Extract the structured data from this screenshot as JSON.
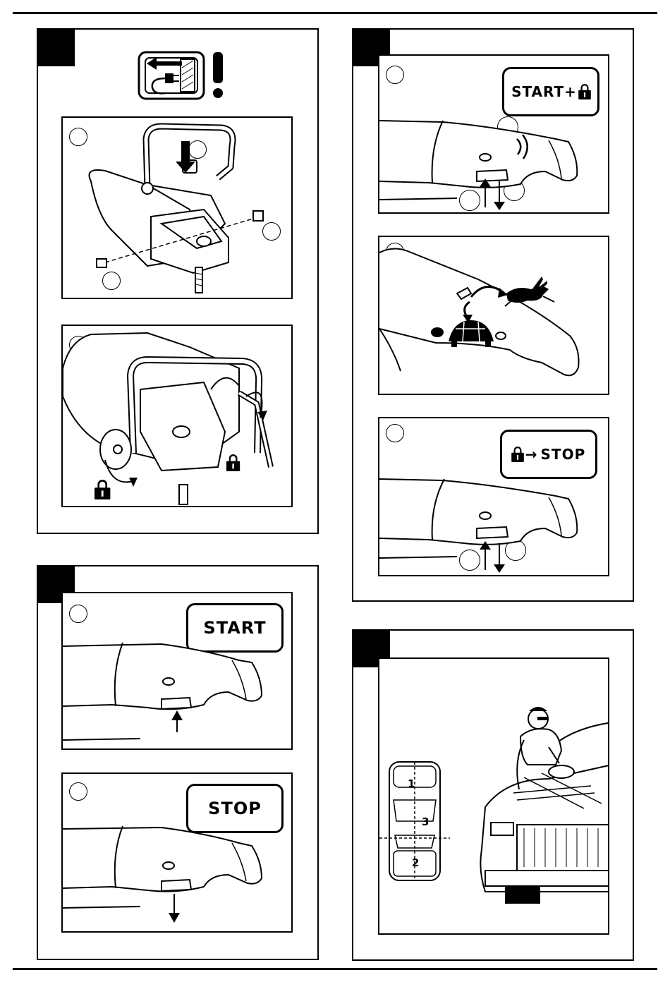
{
  "labels": {
    "start_lock": "START+",
    "lock_stop_arrow": "→",
    "lock_stop_word": "STOP",
    "start": "START",
    "stop": "STOP"
  },
  "car_zones": [
    "1",
    "3",
    "2"
  ],
  "icons": {
    "warning": "unplug-warning-icon",
    "lock": "padlock-icon",
    "rabbit": "rabbit-fast-icon",
    "turtle": "turtle-slow-icon"
  }
}
